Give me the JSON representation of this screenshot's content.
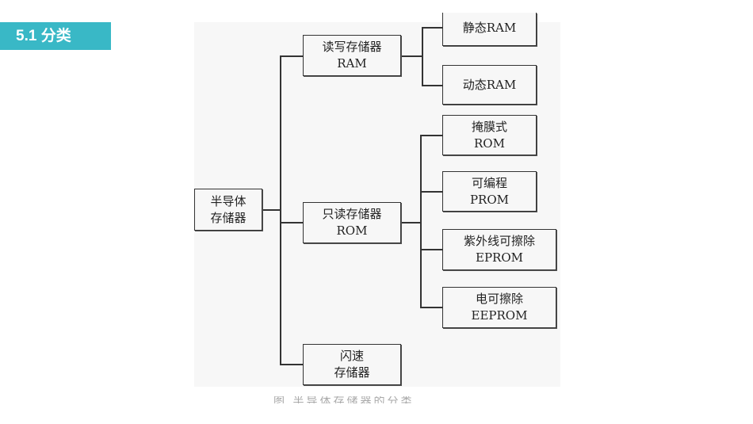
{
  "header": {
    "section_label": "5.1 分类"
  },
  "diagram": {
    "root": {
      "line1": "半导体",
      "line2": "存储器"
    },
    "ram": {
      "line1": "读写存储器",
      "line2": "RAM"
    },
    "ram_static": {
      "line1": "静态RAM"
    },
    "ram_dynamic": {
      "line1": "动态RAM"
    },
    "rom": {
      "line1": "只读存储器",
      "line2": "ROM"
    },
    "rom_mask": {
      "line1": "掩膜式",
      "line2": "ROM"
    },
    "rom_prom": {
      "line1": "可编程",
      "line2": "PROM"
    },
    "rom_eprom": {
      "line1": "紫外线可擦除",
      "line2": "EPROM"
    },
    "rom_eeprom": {
      "line1": "电可擦除",
      "line2": "EEPROM"
    },
    "flash": {
      "line1": "闪速",
      "line2": "存储器"
    }
  },
  "caption": "图 半导体存储器的分类"
}
